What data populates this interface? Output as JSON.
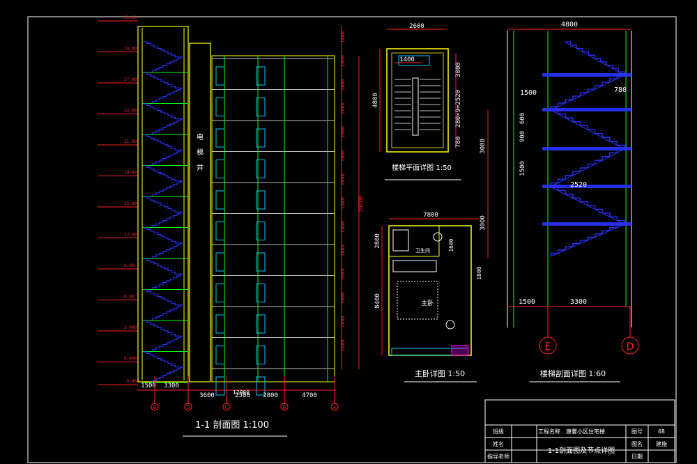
{
  "drawings": {
    "section": {
      "title": "1-1 剖面图 1:100",
      "elevator_label": [
        "电",
        "梯",
        "井"
      ],
      "levels": [
        "33.00",
        "30.00",
        "27.00",
        "24.00",
        "21.00",
        "18.00",
        "15.00",
        "12.00",
        "9.00",
        "6.00",
        "3.000",
        "0.000",
        "-0.450"
      ],
      "right_dims": [
        "1600",
        "2000",
        "2000",
        "2000",
        "2000",
        "2000",
        "2000",
        "2000",
        "2000",
        "2000",
        "3000",
        "3000",
        "2000",
        "2000"
      ],
      "overall_height": "30000",
      "bottom_dims": [
        "1500",
        "3300",
        "3600",
        "2500",
        "2800",
        "4700"
      ],
      "bottom_overlap_label": "12900",
      "axes": [
        "E",
        "D",
        "C",
        "B",
        "A"
      ]
    },
    "stair_plan": {
      "title": "楼梯平面详图 1:50",
      "width": "2600",
      "inner_width": "1400",
      "height": "4800",
      "run": "280×9=2520",
      "top_dim": "3000",
      "bottom_dim": "780"
    },
    "bedroom": {
      "title": "主卧详图 1:50",
      "width": "7800",
      "left_dims": [
        "2800",
        "8400"
      ],
      "right_dims": [
        "1600",
        "1800"
      ],
      "labels": [
        "卫生间",
        "主卧"
      ]
    },
    "stair_section": {
      "title": "楼梯剖面详图 1:60",
      "top_width": "4800",
      "dims": [
        "1500",
        "780",
        "600",
        "900",
        "1500",
        "2520"
      ],
      "left_dims": [
        "3000",
        "3000"
      ],
      "bottom_dims": [
        "1500",
        "3300"
      ],
      "axes": [
        "E",
        "D"
      ]
    }
  },
  "title_block": {
    "class_label": "班级",
    "project_label": "工程名称",
    "project_name": "康馨小区住宅楼",
    "drawing_no_label": "图号",
    "drawing_no": "08",
    "name_label": "姓名",
    "drawing_title": "1-1剖面图及节点详图",
    "drawing_name_label": "图名",
    "drawing_name": "建施",
    "tutor_label": "指导老师",
    "date_label": "日期"
  },
  "colors": {
    "background": "#000000",
    "frame": "#ffffff",
    "wall": "#ffff00",
    "stair": "#2a33ff",
    "dimension": "#ff2020",
    "line": "#00ff00",
    "window": "#00c8ff",
    "axis_bubble": "#ff2020"
  }
}
